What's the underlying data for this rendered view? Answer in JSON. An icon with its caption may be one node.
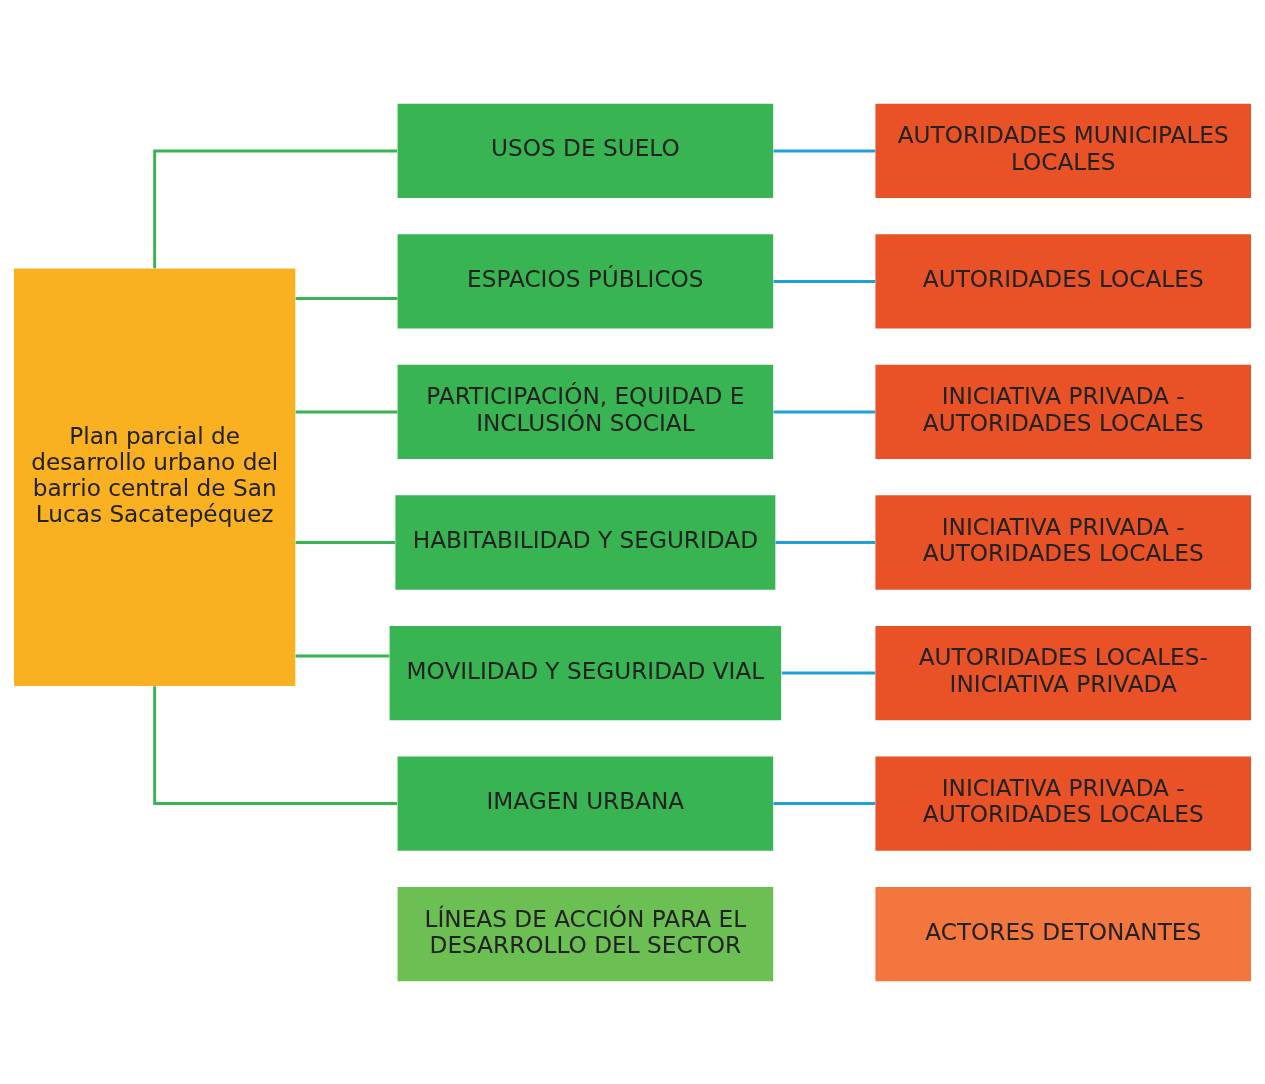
{
  "diagram": {
    "nodes": [
      {
        "text": [
          "LÍNEAS DE ACCIÓN PARA EL DESARROLLO DEL SECTOR"
        ]
      },
      {
        "text": [
          "ACTORES DETONANTES"
        ]
      },
      {
        "text": [
          "Plan parcial de desarrollo urbano del barrio central de San Lucas Sacatepéquez"
        ]
      },
      {
        "text": [
          "USOS DE SUELO"
        ]
      },
      {
        "text": [
          "ESPACIOS PÚBLICOS"
        ]
      },
      {
        "text": [
          "PARTICIPACIÓN, EQUIDAD E INCLUSIÓN SOCIAL"
        ]
      },
      {
        "text": [
          "HABITABILIDAD Y SEGURIDAD"
        ]
      },
      {
        "text": [
          "MOVILIDAD Y SEGURIDAD VIAL"
        ]
      },
      {
        "text": [
          "IMAGEN URBANA"
        ]
      },
      {
        "text": [
          "AUTORIDADES MUNICIPALES LOCALES"
        ]
      },
      {
        "text": [
          "AUTORIDADES LOCALES"
        ]
      },
      {
        "text": [
          "INICIATIVA PRIVADA - AUTORIDADES LOCALES"
        ]
      },
      {
        "text": [
          "INICIATIVA PRIVADA - AUTORIDADES LOCALES"
        ]
      },
      {
        "text": [
          "AUTORIDADES LOCALES- INICIATIVA PRIVADA"
        ]
      },
      {
        "text": [
          "INICIATIVA PRIVADA - AUTORIDADES LOCALES"
        ]
      }
    ],
    "edges": [
      {
        "from": 2,
        "to": 3,
        "arrow": "none",
        "color": "#38b452"
      },
      {
        "from": 2,
        "to": 4,
        "arrow": "none",
        "color": "#38b452"
      },
      {
        "from": 2,
        "to": 5,
        "arrow": "none",
        "color": "#38b452"
      },
      {
        "from": 2,
        "to": 6,
        "arrow": "none",
        "color": "#38b452"
      },
      {
        "from": 2,
        "to": 7,
        "arrow": "none",
        "color": "#38b452"
      },
      {
        "from": 2,
        "to": 8,
        "arrow": "none",
        "color": "#38b452"
      },
      {
        "from": 3,
        "to": 9,
        "arrow": "none",
        "color": "#1fa0d8"
      },
      {
        "from": 4,
        "to": 10,
        "arrow": "none",
        "color": "#1fa0d8"
      },
      {
        "from": 5,
        "to": 11,
        "arrow": "none",
        "color": "#1fa0d8"
      },
      {
        "from": 6,
        "to": 12,
        "arrow": "none",
        "color": "#1fa0d8"
      },
      {
        "from": 7,
        "to": 13,
        "arrow": "none",
        "color": "#1fa0d8"
      },
      {
        "from": 8,
        "to": 14,
        "arrow": "none",
        "color": "#1fa0d8"
      }
    ]
  }
}
